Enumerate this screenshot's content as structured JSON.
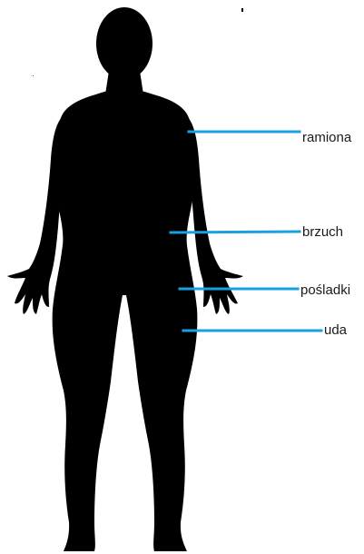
{
  "figure": {
    "silhouette": "human-body-silhouette",
    "silhouette_color": "#000000",
    "line_color": "#1a9fe0",
    "text_color": "#1a1a1a"
  },
  "labels": {
    "arms": "ramiona",
    "belly": "brzuch",
    "buttocks": "pośladki",
    "thighs": "uda"
  }
}
